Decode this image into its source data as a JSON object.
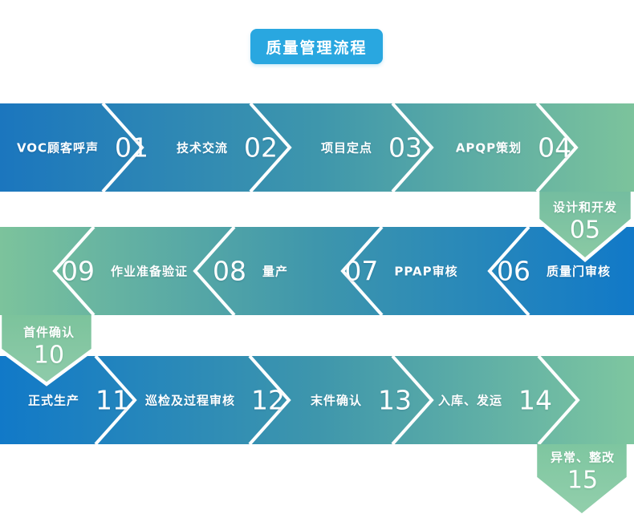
{
  "title": "质量管理流程",
  "colors": {
    "badge_blue": "#29A7E0",
    "band_blue": "#1878C2",
    "band_green": "#7CC39C",
    "band_mid_teal": "#3E96AC",
    "separator_white": "#FFFFFF"
  },
  "rows": [
    {
      "direction": "right",
      "steps": [
        {
          "num": "01",
          "label": "VOC顾客呼声"
        },
        {
          "num": "02",
          "label": "技术交流"
        },
        {
          "num": "03",
          "label": "项目定点"
        },
        {
          "num": "04",
          "label": "APQP策划"
        }
      ]
    },
    {
      "direction": "left",
      "steps": [
        {
          "num": "09",
          "label": "作业准备验证"
        },
        {
          "num": "08",
          "label": "量产"
        },
        {
          "num": "07",
          "label": "PPAP审核"
        },
        {
          "num": "06",
          "label": "质量门审核"
        }
      ]
    },
    {
      "direction": "right",
      "steps": [
        {
          "num": "11",
          "label": "正式生产"
        },
        {
          "num": "12",
          "label": "巡检及过程审核"
        },
        {
          "num": "13",
          "label": "末件确认"
        },
        {
          "num": "14",
          "label": "入库、发运"
        }
      ]
    }
  ],
  "connectors": [
    {
      "num": "05",
      "label": "设计和开发"
    },
    {
      "num": "10",
      "label": "首件确认"
    },
    {
      "num": "15",
      "label": "异常、整改"
    }
  ]
}
